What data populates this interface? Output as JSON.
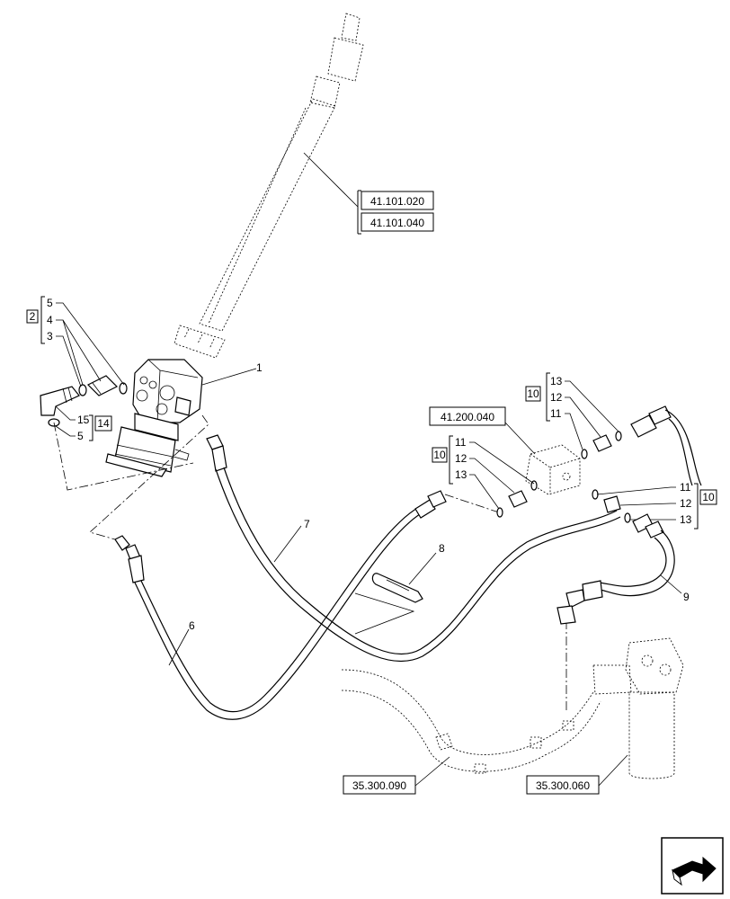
{
  "references": {
    "steering_column_1": "41.101.020",
    "steering_column_2": "41.101.040",
    "valve_block": "41.200.040",
    "pipe_left": "35.300.090",
    "filter": "35.300.060"
  },
  "callouts": {
    "n1": "1",
    "n2": "2",
    "n3": "3",
    "n4": "4",
    "n5a": "5",
    "n5b": "5",
    "n6": "6",
    "n7": "7",
    "n8": "8",
    "n9": "9",
    "n10a": "10",
    "n10b": "10",
    "n10c": "10",
    "n11a": "11",
    "n11b": "11",
    "n11c": "11",
    "n12a": "12",
    "n12b": "12",
    "n12c": "12",
    "n13a": "13",
    "n13b": "13",
    "n13c": "13",
    "n14": "14",
    "n15": "15"
  },
  "icons": {
    "nav": "next-page-arrow-icon"
  }
}
